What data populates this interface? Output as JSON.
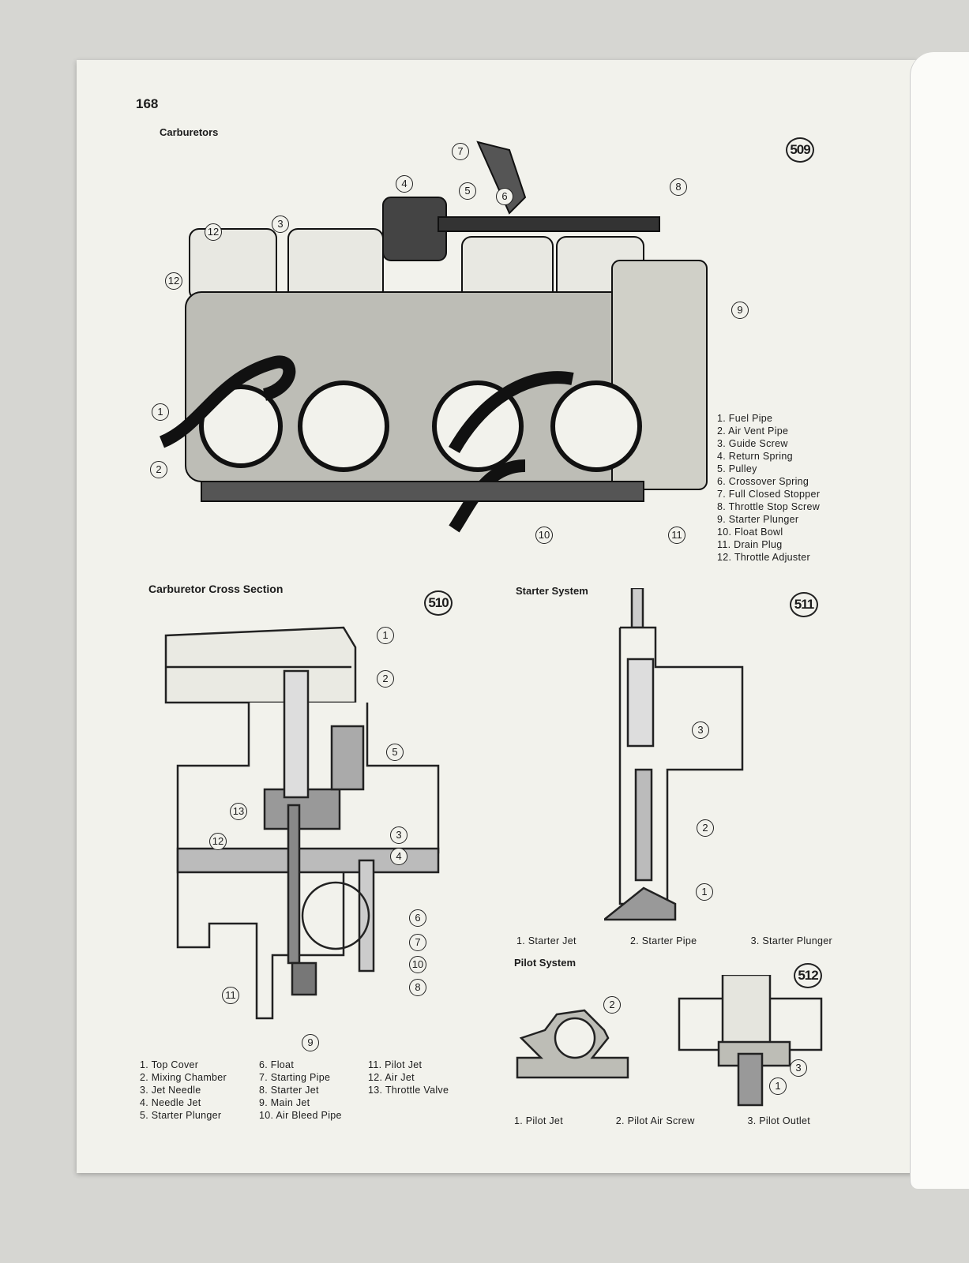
{
  "page_number": "168",
  "carburetors": {
    "title": "Carburetors",
    "figure": "509",
    "callouts": [
      "1",
      "2",
      "3",
      "4",
      "5",
      "6",
      "7",
      "8",
      "9",
      "10",
      "11",
      "12",
      "12"
    ],
    "legend": [
      "1.  Fuel Pipe",
      "2.  Air Vent Pipe",
      "3.  Guide Screw",
      "4.  Return Spring",
      "5.  Pulley",
      "6.  Crossover Spring",
      "7.  Full Closed Stopper",
      "8.  Throttle Stop Screw",
      "9.  Starter Plunger",
      "10.  Float Bowl",
      "11.  Drain Plug",
      "12.  Throttle Adjuster"
    ]
  },
  "cross_section": {
    "title": "Carburetor Cross Section",
    "figure": "510",
    "callouts": [
      "1",
      "2",
      "3",
      "4",
      "5",
      "6",
      "7",
      "8",
      "9",
      "10",
      "11",
      "12",
      "13"
    ],
    "legend_col1": [
      "1.  Top Cover",
      "2.  Mixing Chamber",
      "3.  Jet Needle",
      "4.  Needle Jet",
      "5.  Starter Plunger"
    ],
    "legend_col2": [
      "6.  Float",
      "7.  Starting Pipe",
      "8.  Starter Jet",
      "9.  Main Jet",
      "10.  Air Bleed Pipe"
    ],
    "legend_col3": [
      "11.  Pilot Jet",
      "12.  Air Jet",
      "13.  Throttle Valve"
    ]
  },
  "starter": {
    "title": "Starter System",
    "figure": "511",
    "callouts": [
      "1",
      "2",
      "3"
    ],
    "legend": [
      "1.  Starter Jet",
      "2.  Starter Pipe",
      "3.  Starter Plunger"
    ]
  },
  "pilot": {
    "title": "Pilot System",
    "figure": "512",
    "callouts": [
      "1",
      "2",
      "3"
    ],
    "legend": [
      "1.  Pilot Jet",
      "2. Pilot Air Screw",
      "3. Pilot Outlet"
    ]
  }
}
